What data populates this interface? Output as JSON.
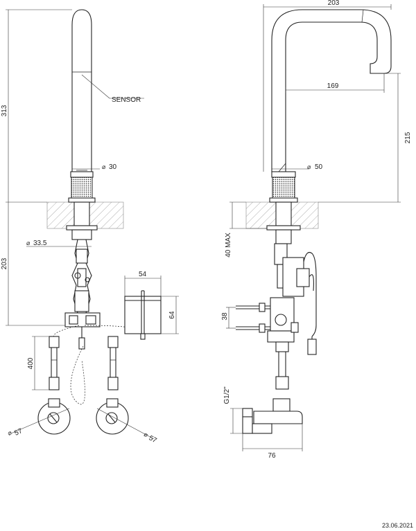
{
  "dimensions": {
    "height_313": "313",
    "sensor": "SENSOR",
    "dia_30": "30",
    "height_203": "203",
    "dia_33_5": "33.5",
    "width_54": "54",
    "height_64": "64",
    "length_400": "400",
    "dia_57_left": "57",
    "dia_57_right": "57",
    "reach_203": "203",
    "reach_169": "169",
    "height_215": "215",
    "dia_50": "50",
    "max_40": "40 MAX",
    "height_38": "38",
    "thread": "G1/2\"",
    "width_76": "76"
  },
  "date": "23.06.2021",
  "diameter_symbol": "⌀"
}
